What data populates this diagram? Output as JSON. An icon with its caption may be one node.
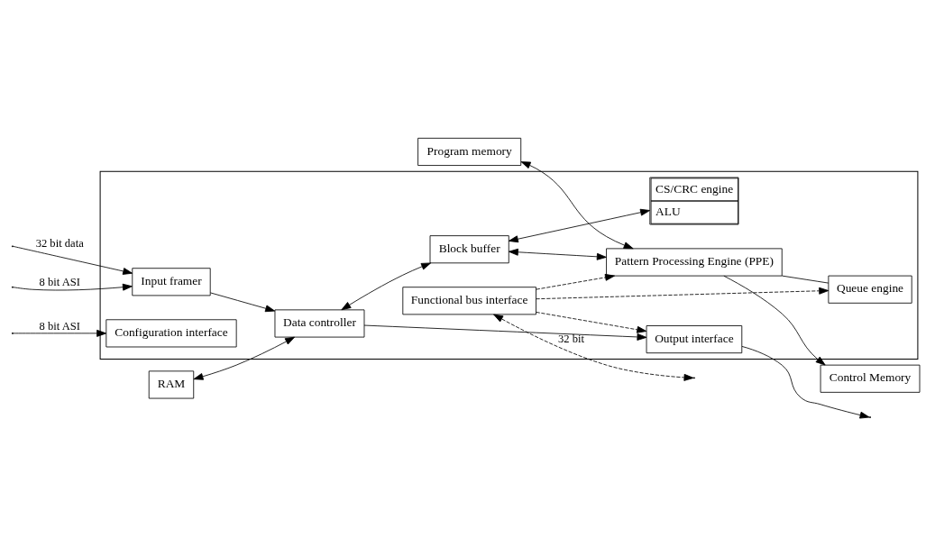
{
  "diagram": {
    "nodes": [
      {
        "text": [],
        "shape": "box"
      },
      {
        "text": [
          "RAM"
        ]
      },
      {
        "text": [
          "Input framer"
        ],
        "in": 0
      },
      {
        "text": [
          "Data controller"
        ],
        "in": 0
      },
      {
        "text": [
          "Output interface"
        ],
        "in": 0
      },
      {
        "text": [
          "Block buffer"
        ],
        "in": 0
      },
      {
        "text": [
          "Program memory"
        ]
      },
      {
        "text": [
          "Pattern Processing Engine (PPE)"
        ],
        "in": 0
      },
      {
        "text": [
          "CS/CRC engine",
          "ALU"
        ],
        "in": 0
      },
      {
        "text": [
          "Control Memory"
        ]
      },
      {
        "text": [
          "Queue engine"
        ],
        "in": 0
      },
      {
        "text": [
          "Functional bus interface"
        ],
        "in": 0
      },
      {
        "text": [
          "Configuration interface"
        ],
        "in": 0
      }
    ],
    "edges": [
      {
        "from": 1,
        "to": 3,
        "arrow": "both"
      },
      {
        "from": null,
        "to": 2,
        "arrow": "to",
        "label": "32 bit data"
      },
      {
        "from": null,
        "to": 2,
        "arrow": "to",
        "label": "8 bit ASI"
      },
      {
        "from": 2,
        "to": 3,
        "arrow": "to"
      },
      {
        "from": 3,
        "to": 4,
        "arrow": "to"
      },
      {
        "from": 4,
        "to": null,
        "arrow": "to"
      },
      {
        "from": 3,
        "to": 5,
        "arrow": "both"
      },
      {
        "from": 5,
        "to": 7,
        "arrow": "both"
      },
      {
        "from": 5,
        "to": 8,
        "arrow": "both"
      },
      {
        "from": 6,
        "to": 7,
        "arrow": "both"
      },
      {
        "from": 7,
        "to": 9,
        "arrow": "to"
      },
      {
        "from": 7,
        "to": 10,
        "arrow": "none"
      },
      {
        "from": 11,
        "to": 7,
        "arrow": "to",
        "style": "dashed"
      },
      {
        "from": 11,
        "to": 10,
        "arrow": "to",
        "style": "dashed"
      },
      {
        "from": 11,
        "to": 4,
        "arrow": "to",
        "style": "dashed"
      },
      {
        "from": 11,
        "to": null,
        "arrow": "both",
        "style": "dashed",
        "label": "32 bit"
      },
      {
        "from": null,
        "to": 12,
        "arrow": "to",
        "label": "8 bit ASI"
      }
    ]
  }
}
